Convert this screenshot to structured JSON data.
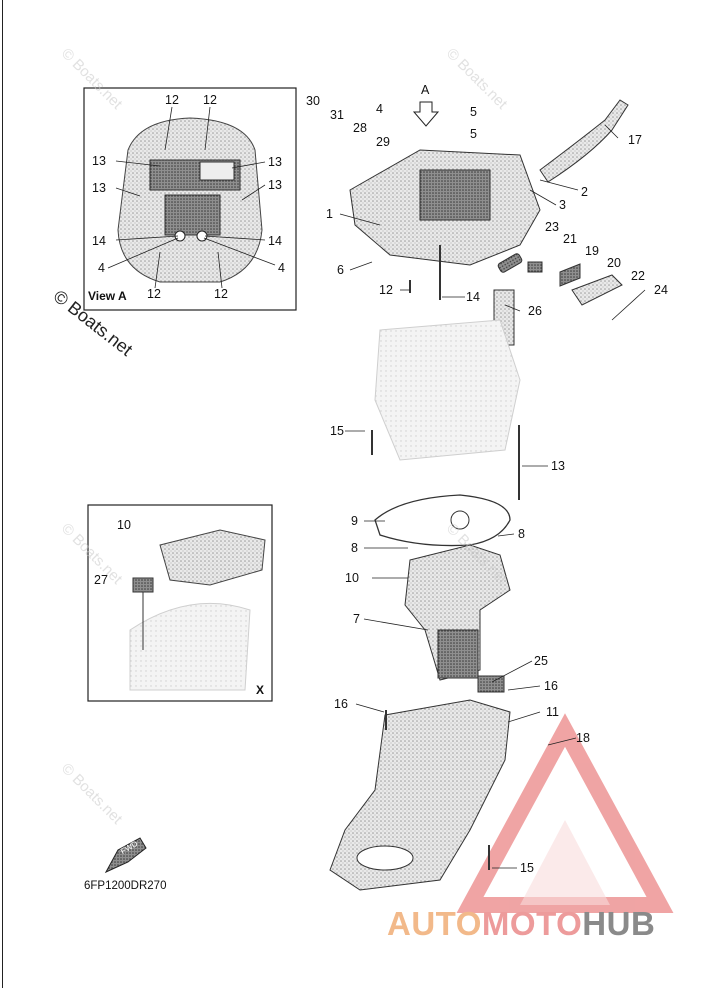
{
  "diagram": {
    "view_a_title": "View A",
    "view_x_title": "X",
    "arrow_label": "A",
    "part_code": "6FP1200DR270",
    "fwd_label": "FWD",
    "watermark_main": "© Boats.net",
    "watermark_faint": "© Boats.net",
    "brand": {
      "part1": "AUTO",
      "part2": "MOTO",
      "part3": "HUB"
    },
    "callouts": {
      "c1": "1",
      "c2": "2",
      "c3": "3",
      "c4": "4",
      "c5a": "5",
      "c5b": "5",
      "c6": "6",
      "c7": "7",
      "c8a": "8",
      "c8b": "8",
      "c9": "9",
      "c10": "10",
      "c11": "11",
      "c12": "12",
      "c13": "13",
      "c14": "14",
      "c15a": "15",
      "c15b": "15",
      "c16a": "16",
      "c16b": "16",
      "c17": "17",
      "c18": "18",
      "c19": "19",
      "c20": "20",
      "c21": "21",
      "c22": "22",
      "c23": "23",
      "c24": "24",
      "c25": "25",
      "c26": "26",
      "c28": "28",
      "c29": "29",
      "c30": "30",
      "c31": "31"
    },
    "inset_a": {
      "t12a": "12",
      "t12b": "12",
      "t13a": "13",
      "t13b": "13",
      "t13c": "13",
      "t13d": "13",
      "t14a": "14",
      "t14b": "14",
      "t4a": "4",
      "t4b": "4",
      "t12c": "12",
      "t12d": "12"
    },
    "inset_x": {
      "t10": "10",
      "t27": "27"
    }
  },
  "colors": {
    "line": "#222222",
    "part_fill": "#bdbdbd",
    "part_dark": "#5c5c5c",
    "brand_orange": "#f2b98a",
    "brand_pink": "#ed9b9b",
    "brand_gray": "#8a8a8a"
  }
}
